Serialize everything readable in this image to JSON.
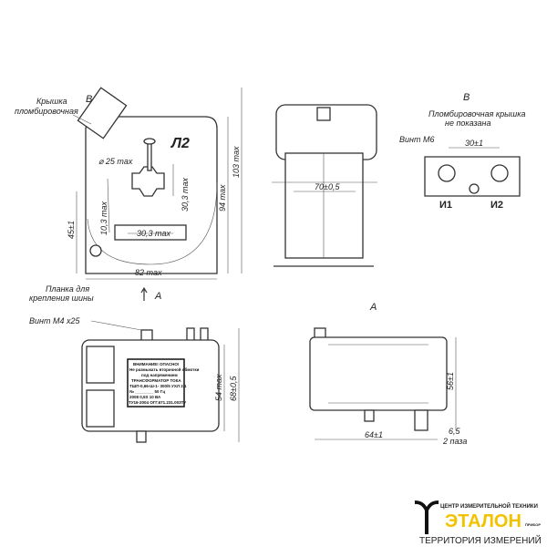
{
  "front_view": {
    "view_label": "B",
    "cap_note_line1": "Крышка",
    "cap_note_line2": "пломбировочная",
    "marking": "Л2",
    "dim_diameter": "⌀ 25 max",
    "dim_window_h": "30,3 max",
    "dim_window_w": "30,3 max",
    "dim_offset": "10,3 max",
    "dim_width": "82 max",
    "dim_height_body": "94 max",
    "dim_height_total": "103 max",
    "dim_center": "45±1",
    "arrow_label": "A"
  },
  "side_view": {
    "dim_width": "70±0,5"
  },
  "detail_b": {
    "title": "B",
    "note_line1": "Пломбировочная крышка",
    "note_line2": "не показана",
    "screw": "Винт М6",
    "dim_pitch": "30±1",
    "terminal_1": "И1",
    "terminal_2": "И2"
  },
  "bottom_view": {
    "bar_note_line1": "Планка для",
    "bar_note_line2": "крепления шины",
    "screw": "Винт М4 х25",
    "dim_inner": "54 max",
    "dim_outer": "68±0,5",
    "plate": [
      "ВНИМАНИЕ! ОПАСНО!",
      "Не размыкать вторичной обмотки",
      "под напряжением",
      "ТРАНСФОРМАТОР ТОКА",
      "ТШП-0,66-Ш-1- 300/5 УХЛ 2.1",
      "№ ________     50 Гц",
      "2008     0,5S    10 ВА",
      "ТУ16-2004 ОГГ.671.231.003ТУ"
    ]
  },
  "view_a": {
    "title": "A",
    "dim_height": "56±1",
    "dim_width": "64±1",
    "dim_slot": "6,5",
    "dim_slot_note": "2 паза"
  },
  "logo": {
    "line1": "ЦЕНТР ИЗМЕРИТЕЛЬНОЙ ТЕХНИКИ",
    "brand": "ЭТАЛОН",
    "badge": "ПРИБОР",
    "tagline": "ТЕРРИТОРИЯ ИЗМЕРЕНИЙ"
  }
}
